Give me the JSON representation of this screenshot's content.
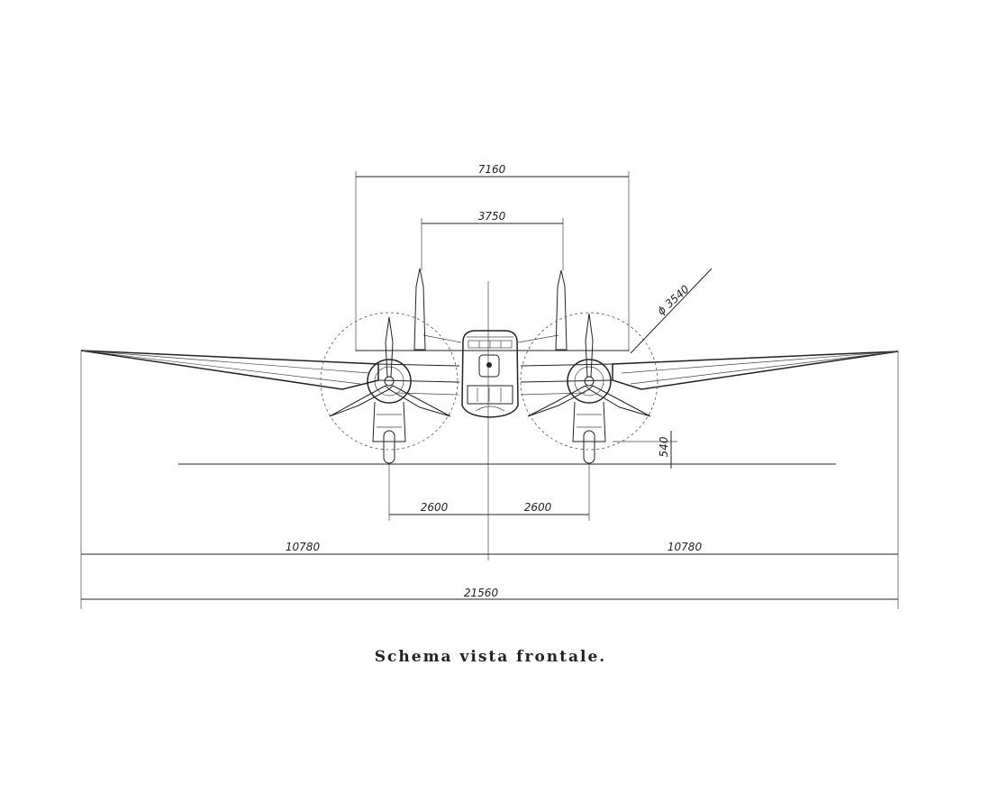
{
  "dimensions": {
    "tail_span": "7160",
    "fin_spacing": "3750",
    "prop_diameter": "ϕ 3540",
    "ground_clearance": "540",
    "track_left": "2600",
    "track_right": "2600",
    "half_span_left": "10780",
    "half_span_right": "10780",
    "total_span": "21560"
  },
  "caption": "Schema vista frontale."
}
